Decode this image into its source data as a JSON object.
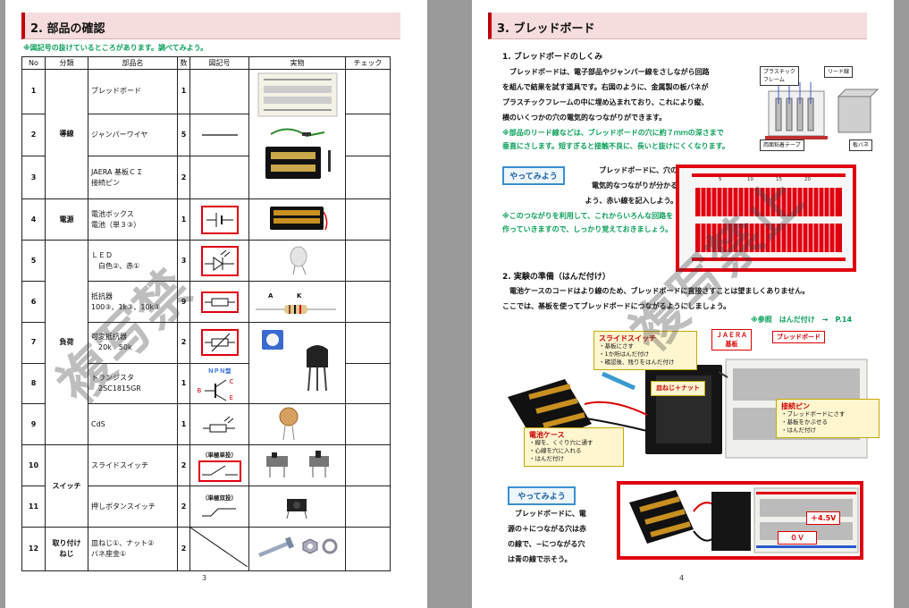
{
  "left_page": {
    "section_title": "2. 部品の確認",
    "note": "※図記号の抜けているところがあります。調べてみよう。",
    "table_headers": [
      "No",
      "分類",
      "部品名",
      "数",
      "図記号",
      "実物",
      "チェック"
    ],
    "rows": [
      {
        "no": "1",
        "name": "ブレッドボード",
        "qty": "1"
      },
      {
        "no": "2",
        "name": "ジャンパーワイヤ",
        "qty": "5"
      },
      {
        "no": "3",
        "name": "JAERA 基板ＣＩ\n接続ピン",
        "qty": "2"
      },
      {
        "no": "4",
        "name": "電池ボックス\n電池（単３③）",
        "qty": "1"
      },
      {
        "no": "5",
        "name": "ＬＥＤ\n　白色②、赤①",
        "qty": "3"
      },
      {
        "no": "6",
        "name": "抵抗器\n100③、1k③、10k③",
        "qty": "9"
      },
      {
        "no": "7",
        "name": "可変抵抗器\n　20k　50k",
        "qty": "2"
      },
      {
        "no": "8",
        "name": "トランジスタ\n　2SC1815GR",
        "qty": "1"
      },
      {
        "no": "9",
        "name": "CdS",
        "qty": "1"
      },
      {
        "no": "10",
        "name": "スライドスイッチ",
        "qty": "2"
      },
      {
        "no": "11",
        "name": "押しボタンスイッチ",
        "qty": "2"
      },
      {
        "no": "12",
        "name": "皿ねじ①、ナット②\nバネ座金①",
        "qty": "2"
      }
    ],
    "categories": {
      "wire": "導線",
      "power": "電源",
      "load": "負荷",
      "switch": "スイッチ",
      "fixing": "取り付け\nねじ"
    },
    "symbol_labels": {
      "npn": "ＮＰＮ型",
      "c": "C",
      "b": "B",
      "e": "E",
      "spst": "（単極単投）",
      "spdt": "（単極双投）",
      "a": "A",
      "k": "K"
    },
    "watermark": "複写禁",
    "page_number": "3"
  },
  "right_page": {
    "section_title": "3. ブレッドボード",
    "sub1": "1. ブレッドボードのしくみ",
    "para1": [
      "　ブレッドボードは、電子部品やジャンパー線をさしながら回路",
      "を組んで結果を試す道具です。右図のように、金属製の板バネが",
      "プラスチックフレームの中に埋め込まれており、これにより縦、",
      "横のいくつかの穴の電気的なつながりができます。"
    ],
    "note1": [
      "※部品のリード線などは、ブレッドボードの穴に約７ｍｍの深さまで",
      "垂直にさします。短すぎると接触不良に、長いと抜けにくくなります。"
    ],
    "diagram_labels": {
      "plastic": "プラスチック\nフレーム",
      "lead": "リード線",
      "tape": "両面粘着テープ",
      "spring": "板バネ"
    },
    "try_label": "やってみよう",
    "try1_text": [
      "ブレッドボードに、穴の",
      "電気的なつながりが分かる",
      "よう、赤い線を記入しよう。"
    ],
    "note2": [
      "※このつながりを利用して、これからいろんな回路を",
      "作っていきますので、しっかり覚えておきましょう。"
    ],
    "bb_numbers": [
      "5",
      "10",
      "15",
      "20"
    ],
    "sub2": "2. 実験の準備（はんだ付け）",
    "para2": [
      "　電池ケースのコードはより線のため、ブレッドボードに直接さすことは望ましくありません。",
      "ここでは、基板を使ってブレッドボードにつながるようにしましょう。"
    ],
    "ref": "※参照　はんだ付け　→　P.14",
    "callouts": {
      "slide_title": "スライドスイッチ",
      "slide_items": [
        "・基板にさす",
        "・1か所はんだ付け",
        "・確認後、残りをはんだ付け"
      ],
      "jaera": "ＪＡＥＲＡ\n基板",
      "breadboard": "ブレッドボード",
      "screw": "皿ねじ＋ナット",
      "pin_title": "接続ピン",
      "pin_items": [
        "・ブレッドボードにさす",
        "・基板をかぶせる",
        "・はんだ付け"
      ],
      "battery_title": "電池ケース",
      "battery_items": [
        "・線を、くぐり穴に通す",
        "・心線を穴に入れる",
        "・はんだ付け"
      ]
    },
    "try2_text": [
      "　ブレッドボードに、電",
      "源の＋につながる穴は赤",
      "の線で、−につながる穴",
      "は青の線で示そう。"
    ],
    "plus_label": "＋4.5V",
    "zero_label": "０Ｖ",
    "watermark": "複写禁止",
    "page_number": "4"
  },
  "colors": {
    "accent_red": "#e00010",
    "header_bg": "#f6dcdc",
    "note_green": "#0aa05a",
    "try_blue": "#3a8fd0"
  }
}
